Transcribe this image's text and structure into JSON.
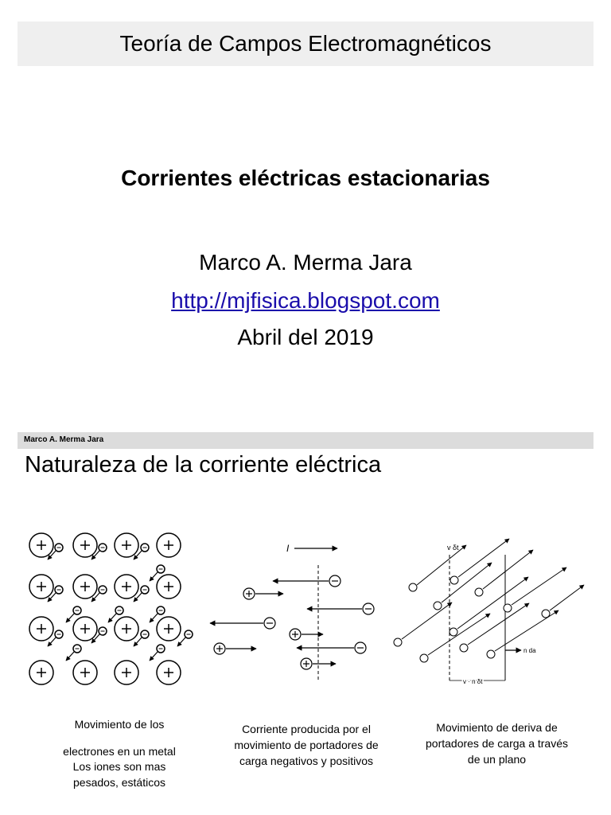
{
  "slide1": {
    "header": "Teoría de Campos Electromagnéticos",
    "subtitle": "Corrientes eléctricas estacionarias",
    "author": "Marco A. Merma Jara",
    "link": "http://mjfisica.blogspot.com",
    "date": "Abril del 2019"
  },
  "slide2": {
    "author_bar": "Marco A. Merma Jara",
    "title": "Naturaleza de la corriente eléctrica",
    "fig1": {
      "caption_line1": "Movimiento de los",
      "caption_line2": "electrones en un metal",
      "caption_line3": "Los iones son mas",
      "caption_line4": "pesados, estáticos"
    },
    "fig2": {
      "label_I": "I",
      "caption": "Corriente producida por el movimiento de portadores de carga negativos y positivos"
    },
    "fig3": {
      "label_vdt": "v δt",
      "label_nda": "n da",
      "label_vndt": "v · n δt",
      "caption": "Movimiento de deriva de portadores de carga a través de un plano"
    }
  }
}
